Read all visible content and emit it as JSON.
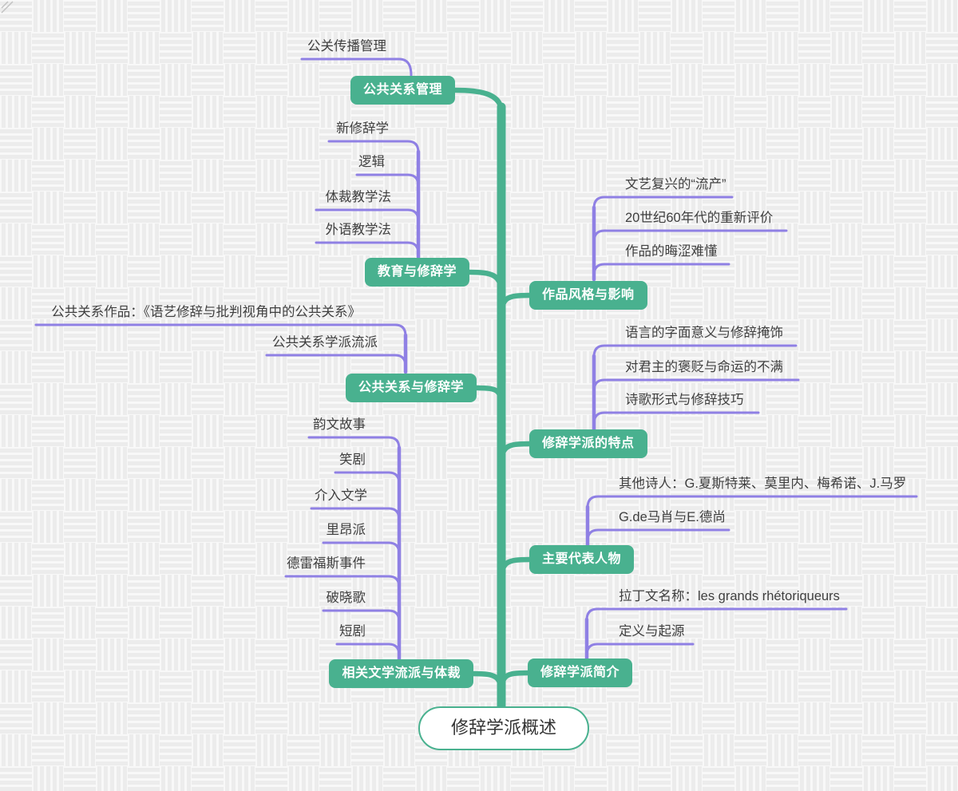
{
  "root": {
    "label": "修辞学派概述"
  },
  "colors": {
    "branch_green": "#49B18F",
    "link_purple": "#8F80E4",
    "child_text": "#3F3F3F",
    "root_text": "#333333",
    "canvas_background": "#F8F8F8"
  },
  "branches": [
    {
      "label": "公共关系管理",
      "children": [
        {
          "label": "公关传播管理"
        }
      ]
    },
    {
      "label": "教育与修辞学",
      "children": [
        {
          "label": "新修辞学"
        },
        {
          "label": "逻辑"
        },
        {
          "label": "体裁教学法"
        },
        {
          "label": "外语教学法"
        }
      ]
    },
    {
      "label": "公共关系与修辞学",
      "children": [
        {
          "label": "公共关系作品：《语艺修辞与批判视角中的公共关系》"
        },
        {
          "label": "公共关系学派流派"
        }
      ]
    },
    {
      "label": "相关文学流派与体裁",
      "children": [
        {
          "label": "韵文故事"
        },
        {
          "label": "笑剧"
        },
        {
          "label": "介入文学"
        },
        {
          "label": "里昂派"
        },
        {
          "label": "德雷福斯事件"
        },
        {
          "label": "破晓歌"
        },
        {
          "label": "短剧"
        }
      ]
    },
    {
      "label": "作品风格与影响",
      "children": [
        {
          "label": "文艺复兴的“流产”"
        },
        {
          "label": "20世纪60年代的重新评价"
        },
        {
          "label": "作品的晦涩难懂"
        }
      ]
    },
    {
      "label": "修辞学派的特点",
      "children": [
        {
          "label": "语言的字面意义与修辞掩饰"
        },
        {
          "label": "对君主的褒贬与命运的不满"
        },
        {
          "label": "诗歌形式与修辞技巧"
        }
      ]
    },
    {
      "label": "主要代表人物",
      "children": [
        {
          "label": "其他诗人：G.夏斯特莱、莫里内、梅希诺、J.马罗"
        },
        {
          "label": "G.de马肖与E.德尚"
        }
      ]
    },
    {
      "label": "修辞学派简介",
      "children": [
        {
          "label": "拉丁文名称：les grands rhétoriqueurs"
        },
        {
          "label": "定义与起源"
        }
      ]
    }
  ]
}
